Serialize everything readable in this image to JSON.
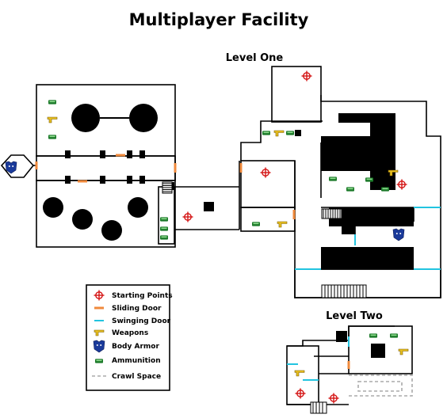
{
  "title": "Multiplayer Facility",
  "levels": {
    "one": "Level One",
    "two": "Level Two"
  },
  "legend": {
    "items": [
      {
        "label": "Starting Points",
        "icon": "starting-point-icon"
      },
      {
        "label": "Sliding Door",
        "icon": "sliding-door-icon"
      },
      {
        "label": "Swinging Door",
        "icon": "swinging-door-icon"
      },
      {
        "label": "Weapons",
        "icon": "weapon-icon"
      },
      {
        "label": "Body Armor",
        "icon": "body-armor-icon"
      },
      {
        "label": "Ammunition",
        "icon": "ammunition-icon"
      },
      {
        "label": "Crawl Space",
        "icon": "crawl-space-icon"
      }
    ]
  },
  "colors": {
    "wall": "#000000",
    "sliding_door": "#f08a3c",
    "swinging_door": "#22c4e0",
    "starting_point": "#d41414",
    "weapon": "#e8c020",
    "body_armor": "#1a3a9a",
    "ammunition": "#1c7a2a",
    "crawl_space": "#aaaaaa"
  }
}
